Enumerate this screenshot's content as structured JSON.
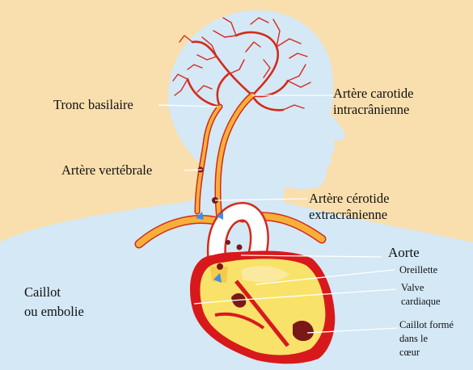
{
  "colors": {
    "background": "#f9dfae",
    "silhouette": "#d4e8f6",
    "artery_fill": "#f6b03a",
    "artery_edge": "#d42a1a",
    "heart_fill": "#f8e26a",
    "heart_wall": "#d8191c",
    "clot": "#7a1717",
    "leader_line": "#ffffff"
  },
  "labels": {
    "tronc_basilaire": "Tronc basilaire",
    "artere_vertebrale": "Artère vertébrale",
    "carotide_intra_1": "Artère carotide",
    "carotide_intra_2": "intracrânienne",
    "carotide_extra_1": "Artère cérotide",
    "carotide_extra_2": "extracrânienne",
    "aorte": "Aorte",
    "oreillette": "Oreillette",
    "valve_1": "Valve",
    "valve_2": "cardiaque",
    "caillot_1": "Caillot",
    "caillot_2": "ou embolie",
    "caillot_forme_1": "Caillot formé",
    "caillot_forme_2": "dans le",
    "caillot_forme_3": "cœur"
  }
}
